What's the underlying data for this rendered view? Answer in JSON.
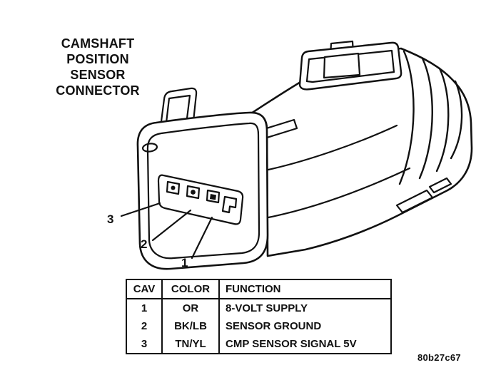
{
  "title": {
    "lines": [
      "CAMSHAFT",
      "POSITION",
      "SENSOR",
      "CONNECTOR"
    ]
  },
  "callouts": [
    {
      "label": "1"
    },
    {
      "label": "2"
    },
    {
      "label": "3"
    }
  ],
  "table": {
    "headers": [
      "CAV",
      "COLOR",
      "FUNCTION"
    ],
    "rows": [
      [
        "1",
        "OR",
        "8-VOLT SUPPLY"
      ],
      [
        "2",
        "BK/LB",
        "SENSOR GROUND"
      ],
      [
        "3",
        "TN/YL",
        "CMP SENSOR SIGNAL 5V"
      ]
    ]
  },
  "figure_code": "80b27c67",
  "colors": {
    "ink": "#111111",
    "background": "#ffffff"
  }
}
